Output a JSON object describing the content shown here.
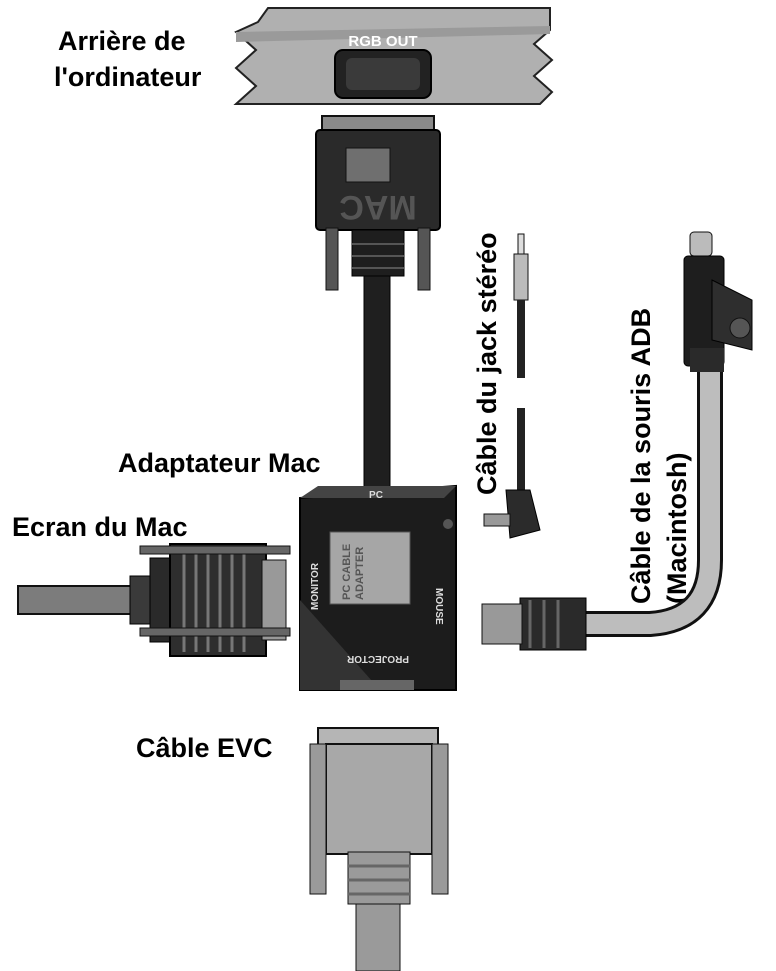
{
  "labels": {
    "computer_back_line1": "Arrière de",
    "computer_back_line2": "l'ordinateur",
    "mac_adapter": "Adaptateur Mac",
    "mac_screen": "Ecran du Mac",
    "evc_cable": "Câble EVC",
    "stereo_jack_cable": "Câble du jack stéréo",
    "adb_mouse_cable_line1": "Câble de la souris ADB",
    "adb_mouse_cable_line2": "(Macintosh)"
  },
  "device_text": {
    "rgb_out": "RGB OUT",
    "mac": "MAC",
    "pc": "PC",
    "monitor": "MONITOR",
    "mouse": "MOUSE",
    "projector": "PROJECTOR",
    "adapter_line1": "PC CABLE",
    "adapter_line2": "ADAPTER"
  },
  "colors": {
    "dark": "#1a1a1a",
    "mid_gray": "#8c8c8c",
    "light_gray": "#bdbdbd",
    "panel_gray": "#a8a8a8"
  }
}
